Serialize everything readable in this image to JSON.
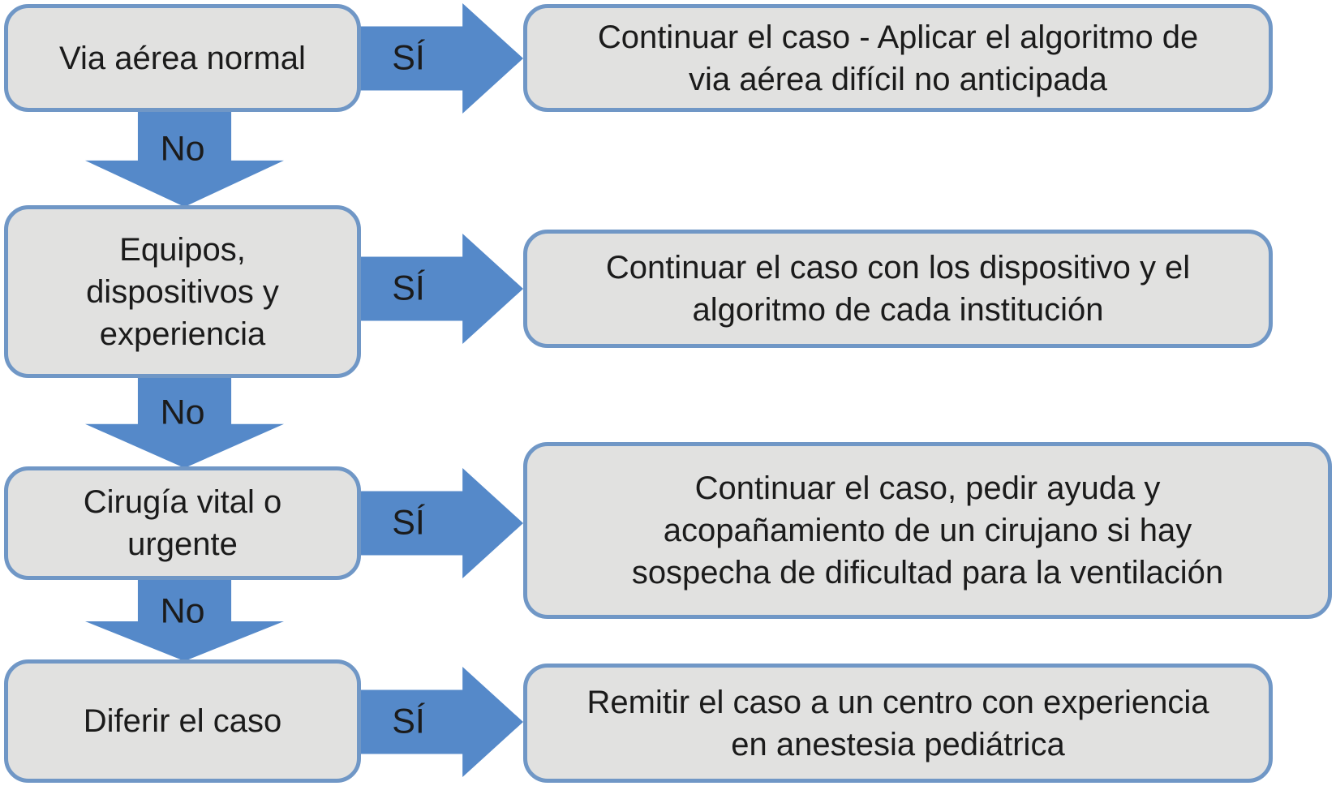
{
  "diagram": {
    "type": "flowchart",
    "language": "es",
    "colors": {
      "arrow": "#5589C9",
      "box_fill": "#E1E1E0",
      "box_border": "#7097C6",
      "text": "#1B1B1B"
    },
    "rows": [
      {
        "condition": "Via aérea normal",
        "yes_label": "SÍ",
        "no_label": "No",
        "outcome": "Continuar el caso - Aplicar el algoritmo de\nvia aérea difícil no anticipada"
      },
      {
        "condition": "Equipos,\ndispositivos y\nexperiencia",
        "yes_label": "SÍ",
        "no_label": "No",
        "outcome": "Continuar el caso con los dispositivo y el\nalgoritmo de cada institución"
      },
      {
        "condition": "Cirugía vital o\nurgente",
        "yes_label": "SÍ",
        "no_label": "No",
        "outcome": "Continuar el caso, pedir ayuda y\nacopañamiento de un cirujano si hay\nsospecha de dificultad para la ventilación"
      },
      {
        "condition": "Diferir el caso",
        "yes_label": "SÍ",
        "outcome": "Remitir el caso a un centro con experiencia\nen anestesia pediátrica"
      }
    ]
  }
}
